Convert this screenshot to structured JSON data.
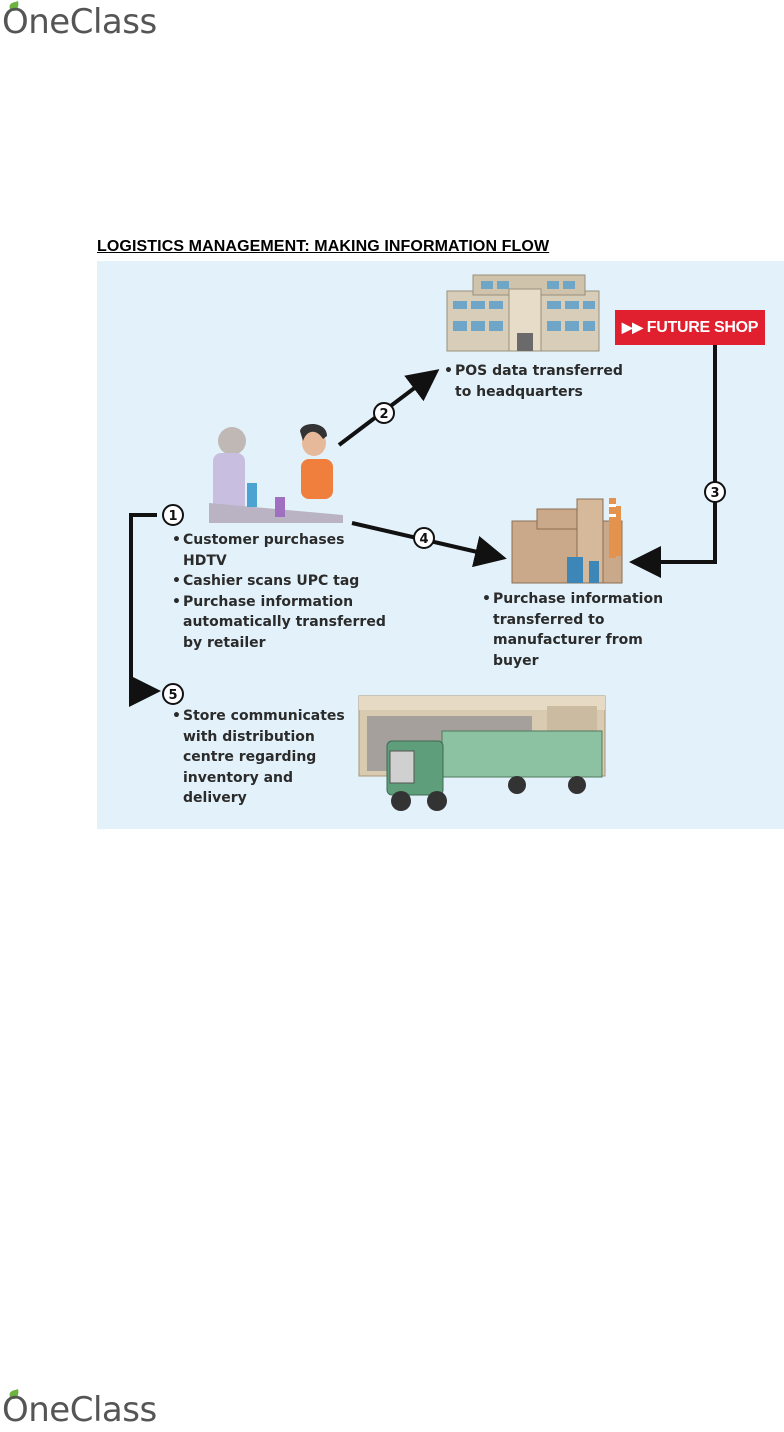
{
  "brand": {
    "logo_text": "OneClass",
    "leaf_color": "#6cb33f",
    "brand_color": "#555555"
  },
  "document": {
    "heading": "LOGISTICS MANAGEMENT: MAKING INFORMATION FLOW"
  },
  "figure": {
    "retailer_logo": "FUTURE SHOP",
    "background": "#e3f2fa",
    "steps": [
      {
        "number": "1",
        "bullets": [
          [
            "Customer purchases",
            "HDTV"
          ],
          [
            "Cashier scans UPC tag"
          ],
          [
            "Purchase information",
            "automatically transferred",
            "by retailer"
          ]
        ]
      },
      {
        "number": "2",
        "bullets": [
          [
            "POS data transferred",
            "to headquarters"
          ]
        ]
      },
      {
        "number": "3",
        "bullets": []
      },
      {
        "number": "4",
        "bullets": [
          [
            "Purchase information",
            "transferred to",
            "manufacturer from",
            "buyer"
          ]
        ]
      },
      {
        "number": "5",
        "bullets": [
          [
            "Store communicates",
            "with distribution",
            "centre regarding",
            "inventory and",
            "delivery"
          ]
        ]
      }
    ]
  }
}
